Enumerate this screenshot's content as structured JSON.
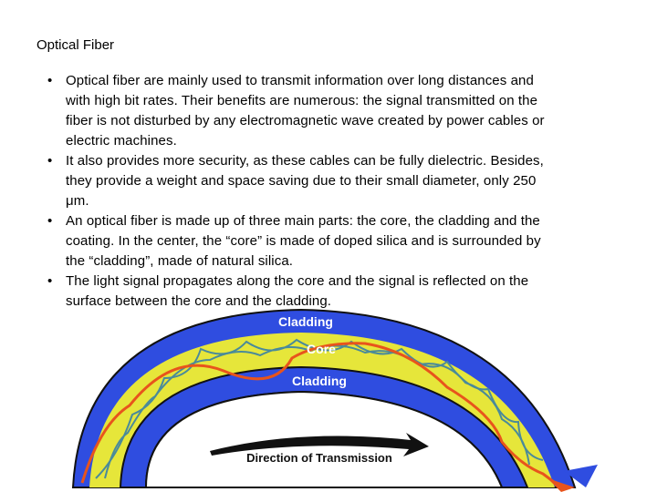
{
  "title": "Optical Fiber",
  "bullets": [
    {
      "lines": [
        "Optical fiber are mainly used to transmit information over long distances and",
        "with high bit rates. Their benefits are numerous: the signal transmitted on the",
        "fiber is not disturbed by any electromagnetic wave created by power cables or",
        "electric machines."
      ]
    },
    {
      "lines": [
        "It also provides more security, as these cables can be fully dielectric. Besides,",
        "they provide a weight and space saving due to their small diameter, only 250",
        "μm."
      ]
    },
    {
      "lines": [
        "An optical fiber is made up of three main parts: the core, the cladding and the",
        "coating. In the center, the “core” is made of doped silica and is surrounded by",
        "the “cladding”, made of natural silica."
      ]
    },
    {
      "lines": [
        "The light signal propagates along the core and the signal is reflected on the",
        "surface between the core and the cladding."
      ]
    }
  ],
  "bullet_symbol": "•",
  "diagram": {
    "labels": {
      "cladding_top": "Cladding",
      "core": "Core",
      "cladding_bottom": "Cladding",
      "direction": "Direction of Transmission"
    },
    "colors": {
      "cladding": "#2f4de0",
      "core": "#e6e63a",
      "outline": "#111111",
      "label": "#ffffff",
      "direction_text": "#111111",
      "signal": "#e8541c",
      "wave": "#4a8a9a"
    }
  }
}
